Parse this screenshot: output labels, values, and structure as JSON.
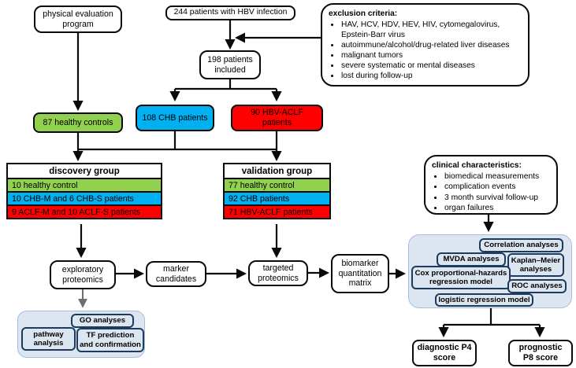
{
  "top": {
    "physical_program": "physical evaluation program",
    "patients_244": "244 patients with HBV infection",
    "patients_198": "198 patients included"
  },
  "exclusion": {
    "title": "exclusion criteria:",
    "items": [
      "HAV, HCV, HDV, HEV, HIV, cytomegalovirus, Epstein-Barr virus",
      "autoimmune/alcohol/drug-related liver diseases",
      "malignant tumors",
      "severe systematic or mental diseases",
      "lost during follow-up"
    ]
  },
  "cohorts": {
    "healthy": "87 healthy controls",
    "chb": "108 CHB patients",
    "aclf": "90 HBV-ACLF patients"
  },
  "discovery": {
    "title": "discovery group",
    "rows": [
      "10 healthy control",
      "10 CHB-M and 6 CHB-S patients",
      "9 ACLF-M and 10 ACLF-S patients"
    ]
  },
  "validation": {
    "title": "validation group",
    "rows": [
      "77 healthy control",
      "92 CHB patients",
      "71 HBV-ACLF patients"
    ]
  },
  "clinical": {
    "title": "clinical characteristics:",
    "items": [
      "biomedical measurements",
      "complication events",
      "3 month survival follow-up",
      "organ failures"
    ]
  },
  "pipeline": {
    "exploratory": "exploratory proteomics",
    "marker": "marker candidates",
    "targeted": "targeted proteomics",
    "biomarker": "biomarker quantitation matrix"
  },
  "bioinformatics": {
    "go": "GO analyses",
    "pathway": "pathway analysis",
    "tf": "TF prediction and confirmation"
  },
  "statistics": {
    "correlation": "Correlation analyses",
    "mvda": "MVDA analyses",
    "kaplan": "Kaplan–Meier analyses",
    "cox": "Cox proportional-hazards regression model",
    "roc": "ROC analyses",
    "logistic": "logistic regression model"
  },
  "scores": {
    "diagnostic": "diagnostic P4 score",
    "prognostic": "prognostic P8 score"
  },
  "palette": {
    "green": "#92D050",
    "blue": "#00B0F0",
    "red": "#FE0000",
    "panel_fill": "#DCE6F1",
    "panel_border": "#1E3A5F"
  }
}
